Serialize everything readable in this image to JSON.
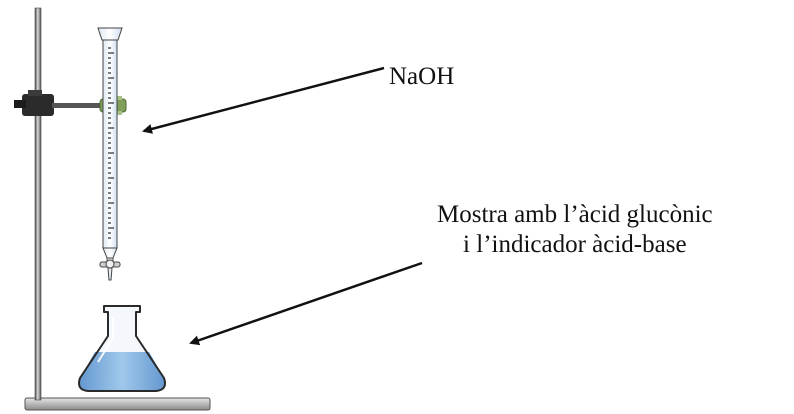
{
  "labels": {
    "titrant": "NaOH",
    "sample_line1": "Mostra amb l’àcid glucònic",
    "sample_line2": "i l’indicador àcid-base"
  },
  "colors": {
    "liquid": "#5b9bd5",
    "liquid_light": "#c9ddf2",
    "glass_outline": "#2a2a2a",
    "stand_metal": "#6d6d6d",
    "clamp": "#2b2b2b",
    "clamp_green": "#7f9f5b"
  }
}
